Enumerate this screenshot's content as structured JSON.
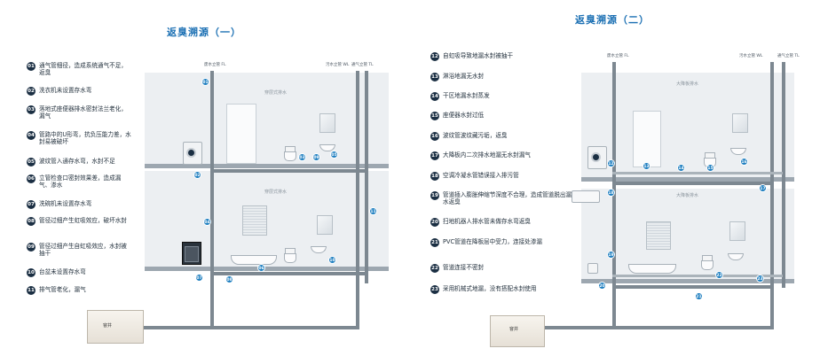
{
  "titles": {
    "left": "返臭溯源（一）",
    "right": "返臭溯源（二）"
  },
  "legend_left": [
    {
      "num": "01",
      "text": "通气管细径，造成系统通气不足，返臭"
    },
    {
      "num": "02",
      "text": "洗衣机未设置存水弯"
    },
    {
      "num": "03",
      "text": "落地式座便器排水密封法兰老化，漏气"
    },
    {
      "num": "04",
      "text": "管路中的U形弯，抗负压能力差，水封易被破坏"
    },
    {
      "num": "05",
      "text": "波纹管入通存水弯，水封不足"
    },
    {
      "num": "06",
      "text": "立管检查口密封效果差，造成漏气、渗水"
    },
    {
      "num": "07",
      "text": "洗碗机未设置存水弯"
    },
    {
      "num": "08",
      "text": "管径过细产生虹吸效应，破坏水封"
    },
    {
      "num": "09",
      "text": "管径过细产生自虹吸效应，水封被抽干"
    },
    {
      "num": "10",
      "text": "台盆未设置存水弯"
    },
    {
      "num": "11",
      "text": "排气管老化，漏气"
    }
  ],
  "legend_right": [
    {
      "num": "12",
      "text": "自虹吸导致地漏水封被抽干"
    },
    {
      "num": "13",
      "text": "淋浴地漏无水封"
    },
    {
      "num": "14",
      "text": "干区地漏水封蒸发"
    },
    {
      "num": "15",
      "text": "座便器水封过低"
    },
    {
      "num": "16",
      "text": "波纹管波纹藏污垢，返臭"
    },
    {
      "num": "17",
      "text": "大降板内二次排水地漏无水封漏气"
    },
    {
      "num": "18",
      "text": "空调冷凝水管错误接入排污管"
    },
    {
      "num": "19",
      "text": "管道插入膨胀伸缩节深度不合理，造成管道脱出漏水返臭"
    },
    {
      "num": "20",
      "text": "扫地机器人排水管未做存水弯返臭"
    },
    {
      "num": "21",
      "text": "PVC管道在降板层中受力，连接处渗漏"
    },
    {
      "num": "22",
      "text": "管道连接不密封"
    },
    {
      "num": "23",
      "text": "采用机械式地漏，没有搭配水封使用"
    }
  ],
  "scene_left": {
    "pipe_labels": [
      "废水立管 FL",
      "污水立管 WL",
      "通气立管 TL"
    ],
    "room_labels": [
      "穿层式排水",
      "穿层式排水"
    ],
    "well_label": "窨井",
    "markers": [
      "01",
      "02",
      "03",
      "04",
      "05",
      "06",
      "07",
      "08",
      "09",
      "10",
      "11"
    ]
  },
  "scene_right": {
    "pipe_labels": [
      "废水立管 FL",
      "污水立管 WL",
      "通气立管 TL"
    ],
    "room_labels": [
      "大降板排水",
      "大降板排水"
    ],
    "well_label": "窨井",
    "markers": [
      "12",
      "13",
      "14",
      "15",
      "16",
      "17",
      "18",
      "19",
      "20",
      "21",
      "22",
      "23"
    ]
  }
}
